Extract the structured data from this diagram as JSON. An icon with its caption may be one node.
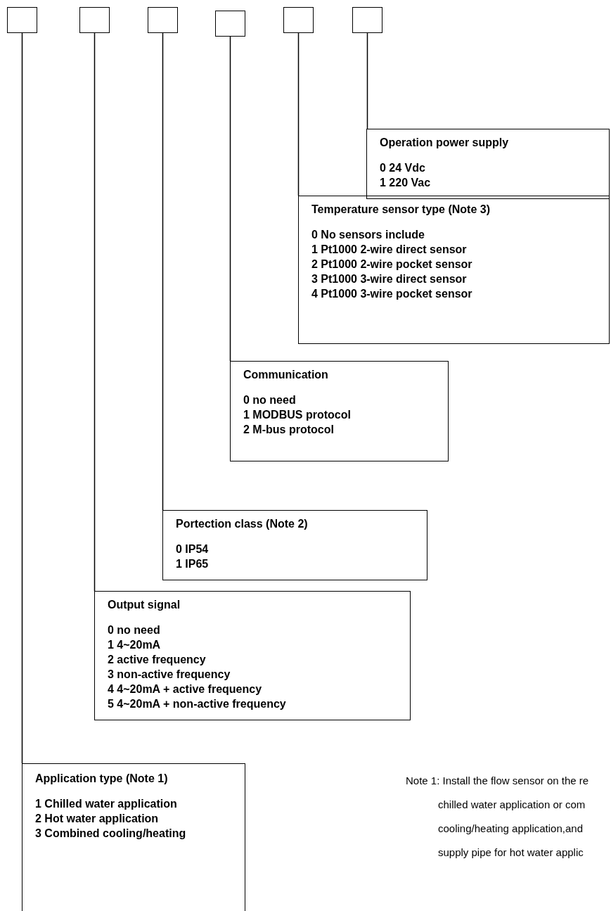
{
  "diagram": {
    "nodes": [
      {
        "text": [],
        "shape": "box"
      },
      {
        "text": [],
        "shape": "box"
      },
      {
        "text": [],
        "shape": "box"
      },
      {
        "text": [],
        "shape": "box"
      },
      {
        "text": [],
        "shape": "box"
      },
      {
        "text": [],
        "shape": "box"
      },
      {
        "text": [
          "Operation power supply",
          "0 24 Vdc",
          "1 220 Vac"
        ]
      },
      {
        "text": [
          "Temperature sensor type (Note 3)",
          "0 No sensors include",
          "1 Pt1000 2-wire direct sensor",
          "2 Pt1000 2-wire pocket sensor",
          "3 Pt1000 3-wire direct sensor",
          "4 Pt1000 3-wire pocket sensor"
        ]
      },
      {
        "text": [
          "Communication",
          "0 no need",
          "1 MODBUS protocol",
          "2 M-bus protocol"
        ]
      },
      {
        "text": [
          "Portection class (Note 2)",
          "0 IP54",
          "1 IP65"
        ]
      },
      {
        "text": [
          "Output signal",
          "0 no need",
          "1 4~20mA",
          "2 active frequency",
          "3 non-active frequency",
          "4 4~20mA + active frequency",
          "5 4~20mA + non-active frequency"
        ]
      },
      {
        "text": [
          "Application type (Note 1)",
          "1 Chilled water application",
          "2 Hot water application",
          "3 Combined cooling/heating"
        ]
      }
    ],
    "edges": [
      {
        "from": 0,
        "to": 11,
        "arrow": "none"
      },
      {
        "from": 1,
        "to": 10,
        "arrow": "none"
      },
      {
        "from": 2,
        "to": 9,
        "arrow": "none"
      },
      {
        "from": 3,
        "to": 8,
        "arrow": "none"
      },
      {
        "from": 4,
        "to": 7,
        "arrow": "none"
      },
      {
        "from": 5,
        "to": 6,
        "arrow": "none"
      }
    ],
    "labels": [
      "Note 1: Install the flow sensor on the re chilled water application or com cooling/heating application,and supply pipe for hot water applic"
    ]
  }
}
